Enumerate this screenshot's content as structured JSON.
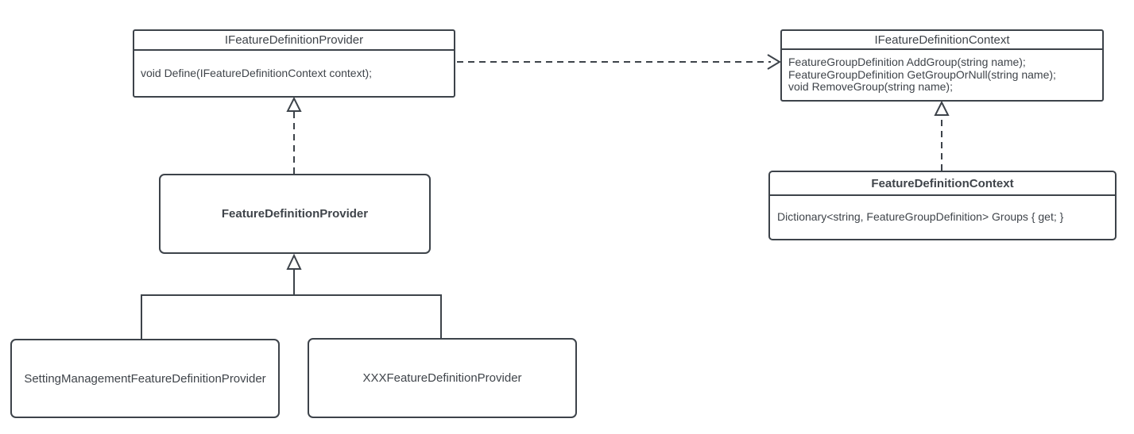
{
  "diagram": {
    "colors": {
      "stroke": "#3d434a",
      "text": "#3f444a",
      "background": "#ffffff"
    },
    "classes": {
      "ifdp": {
        "title": "IFeatureDefinitionProvider",
        "members": [
          "void Define(IFeatureDefinitionContext context);"
        ]
      },
      "ifdc": {
        "title": "IFeatureDefinitionContext",
        "members": [
          "FeatureGroupDefinition AddGroup(string name);",
          "FeatureGroupDefinition GetGroupOrNull(string name);",
          "void RemoveGroup(string name);"
        ]
      },
      "fdp": {
        "title": "FeatureDefinitionProvider"
      },
      "fdc": {
        "title": "FeatureDefinitionContext",
        "members": [
          "Dictionary<string, FeatureGroupDefinition> Groups { get; }"
        ]
      },
      "smfdp": {
        "title": "SettingManagementFeatureDefinitionProvider"
      },
      "xfdp": {
        "title": "XXXFeatureDefinitionProvider"
      }
    },
    "relations": [
      {
        "type": "dependency",
        "from": "IFeatureDefinitionProvider",
        "to": "IFeatureDefinitionContext",
        "style": "dashed-open-arrow"
      },
      {
        "type": "realization",
        "from": "FeatureDefinitionProvider",
        "to": "IFeatureDefinitionProvider",
        "style": "dashed-hollow-triangle"
      },
      {
        "type": "realization",
        "from": "FeatureDefinitionContext",
        "to": "IFeatureDefinitionContext",
        "style": "dashed-hollow-triangle"
      },
      {
        "type": "inheritance",
        "from": "SettingManagementFeatureDefinitionProvider",
        "to": "FeatureDefinitionProvider",
        "style": "solid-hollow-triangle"
      },
      {
        "type": "inheritance",
        "from": "XXXFeatureDefinitionProvider",
        "to": "FeatureDefinitionProvider",
        "style": "solid-hollow-triangle"
      }
    ]
  }
}
